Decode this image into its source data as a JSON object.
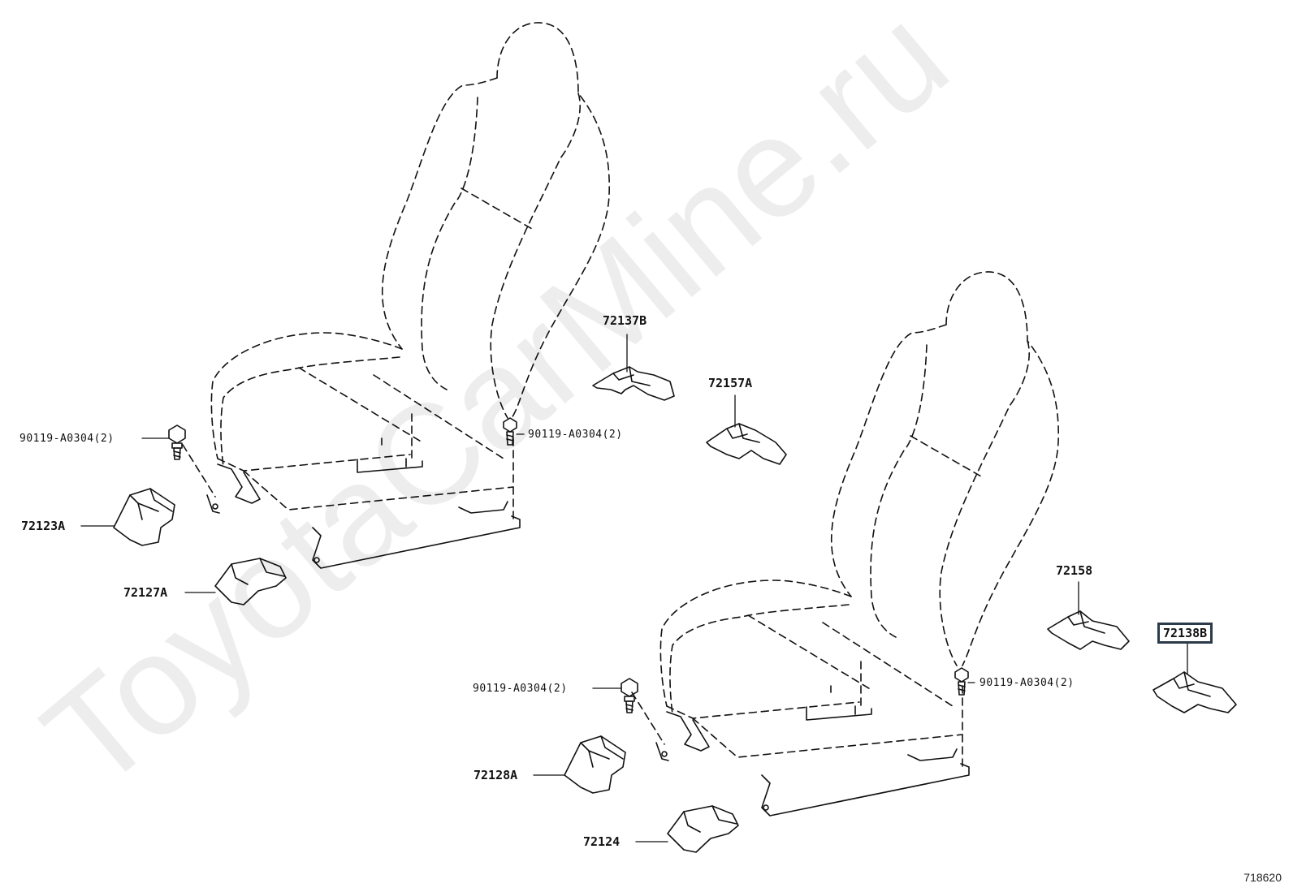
{
  "diagram": {
    "watermark": "ToyotaCarMine.ru",
    "diagram_number": "718620",
    "highlight_color": "#2b3b4a",
    "labels": {
      "left_bolt": "90119-A0304(2)",
      "left_center_bolt": "90119-A0304(2)",
      "right_bolt": "90119-A0304(2)",
      "right_center_bolt": "90119-A0304(2)",
      "p72123A": "72123A",
      "p72127A": "72127A",
      "p72137B": "72137B",
      "p72157A": "72157A",
      "p72158": "72158",
      "p72138B": "72138B",
      "p72128A": "72128A",
      "p72124": "72124"
    }
  }
}
